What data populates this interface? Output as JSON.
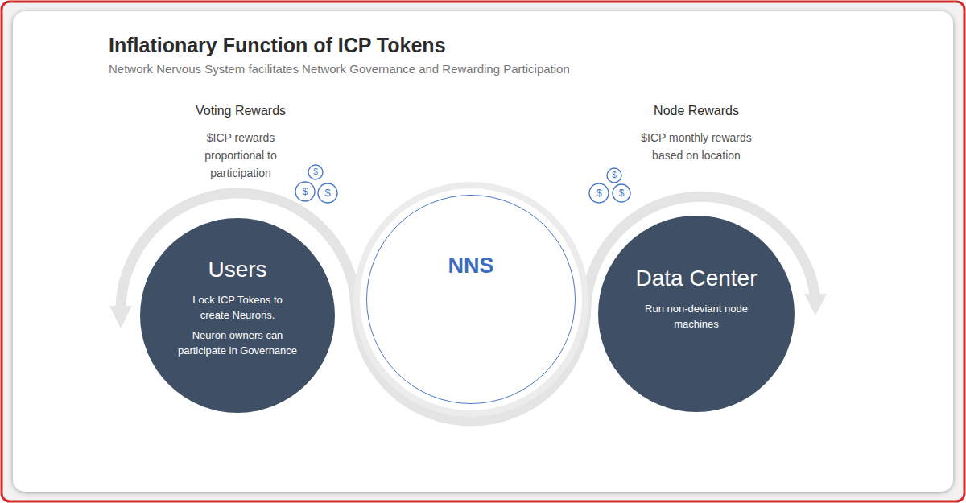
{
  "diagram": {
    "title": "Inflationary Function of ICP Tokens",
    "nodes": [
      {
        "text": [
          "Users",
          "Lock ICP Tokens to create Neurons.",
          "Neuron owners can participate in Governance"
        ]
      },
      {
        "text": [
          "NNS"
        ]
      },
      {
        "text": [
          "Data Center",
          "Run non-deviant node machines"
        ]
      }
    ],
    "labels": [
      "Network Nervous System facilitates Network Governance and Rewarding Participation",
      "Voting Rewards",
      "$ICP rewards proportional to participation",
      "Node Rewards",
      "$ICP monthly rewards based on location",
      "$",
      "$",
      "$",
      "$",
      "$",
      "$"
    ]
  }
}
